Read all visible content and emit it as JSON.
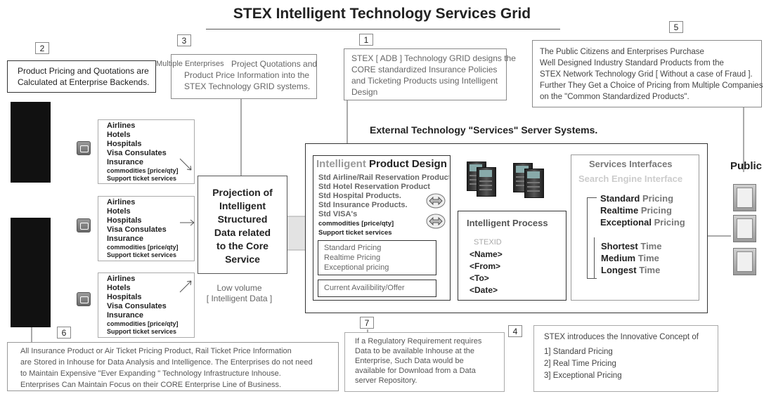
{
  "title": "STEX Intelligent Technology Services Grid",
  "markers": [
    "1",
    "2",
    "3",
    "4",
    "5",
    "6",
    "7"
  ],
  "box1": {
    "lines": [
      "STEX [ ADB ] Technology GRID designs  the",
      "CORE standardized Insurance Policies",
      "and Ticketing Products using Intelligent",
      "Design"
    ]
  },
  "box2": {
    "lines": [
      "Product Pricing and Quotations are",
      "Calculated at Enterprise Backends."
    ]
  },
  "box3": {
    "prefix": "Multiple Enterprises",
    "lines": [
      "Project Quotations and",
      "Product Price Information into the",
      "STEX Technology GRID systems."
    ]
  },
  "box4": {
    "intro": "STEX introduces the Innovative Concept of",
    "items": [
      "1] Standard Pricing",
      "2] Real Time Pricing",
      "3] Exceptional Pricing"
    ]
  },
  "box5": {
    "lines": [
      "The Public Citizens and Enterprises Purchase",
      "Well Designed Industry Standard Products from the",
      "STEX Network Technology Grid [ Without a case of Fraud ].",
      "Further They Get a Choice of Pricing from Multiple Companies",
      "on the \"Common Standardized Products\"."
    ]
  },
  "box6": {
    "lines": [
      "All Insurance Product or Air Ticket Pricing Product, Rail Ticket Price Information",
      "are Stored in Inhouse for Data Analysis and Intelligence. The Enterprises do not need",
      "to Maintain Expensive \"Ever Expanding \" Technology Infrastructure Inhouse.",
      "Enterprises Can Maintain Focus on their CORE Enterprise Line of Business."
    ]
  },
  "box7": {
    "lines": [
      "If a Regulatory Requirement  requires",
      "Data to be available Inhouse at the",
      "Enterprise, Such Data would be",
      "available for Download from a Data",
      "server Repository."
    ]
  },
  "enterprise_list": {
    "items": [
      "Airlines",
      "Hotels",
      "Hospitals",
      "Visa Consulates",
      "Insurance"
    ],
    "small": [
      "commodities [price/qty]",
      "Support ticket services"
    ]
  },
  "projection": {
    "lines": [
      "Projection of",
      "Intelligent",
      "Structured",
      "Data related",
      "to the Core",
      "Service"
    ]
  },
  "low_volume": {
    "lines": [
      "Low volume",
      "[ Intelligent Data ]"
    ]
  },
  "external_heading": "External Technology \"Services\" Server Systems.",
  "product_design": {
    "title_light": "Intelligent",
    "title_bold": "Product Design",
    "items": [
      "Std Airline/Rail Reservation Product.",
      "Std Hotel Reservation Product",
      "Std Hospital Products.",
      "Std Insurance Products.",
      "Std VISA's"
    ],
    "small": [
      "commodities [price/qty]",
      "Support ticket services"
    ],
    "pricing": [
      "Standard Pricing",
      "Realtime Pricing",
      "Exceptional pricing"
    ],
    "availability": "Current Availibility/Offer"
  },
  "process": {
    "title": "Intelligent Process",
    "id": "STEXID",
    "fields": [
      "<Name>",
      "<From>",
      "<To>",
      "<Date>"
    ]
  },
  "interfaces": {
    "title": "Services Interfaces",
    "search": "Search Engine Interface",
    "pricing": [
      [
        "Standard",
        "Pricing"
      ],
      [
        "Realtime",
        "Pricing"
      ],
      [
        "Exceptional",
        "Pricing"
      ]
    ],
    "time": [
      [
        "Shortest",
        "Time"
      ],
      [
        "Medium",
        "Time"
      ],
      [
        "Longest",
        "Time"
      ]
    ]
  },
  "public_label": "Public",
  "colors": {
    "text": "#222222",
    "gray_text": "#666666",
    "border": "#8a8a8a",
    "dark_box": "#111111"
  }
}
